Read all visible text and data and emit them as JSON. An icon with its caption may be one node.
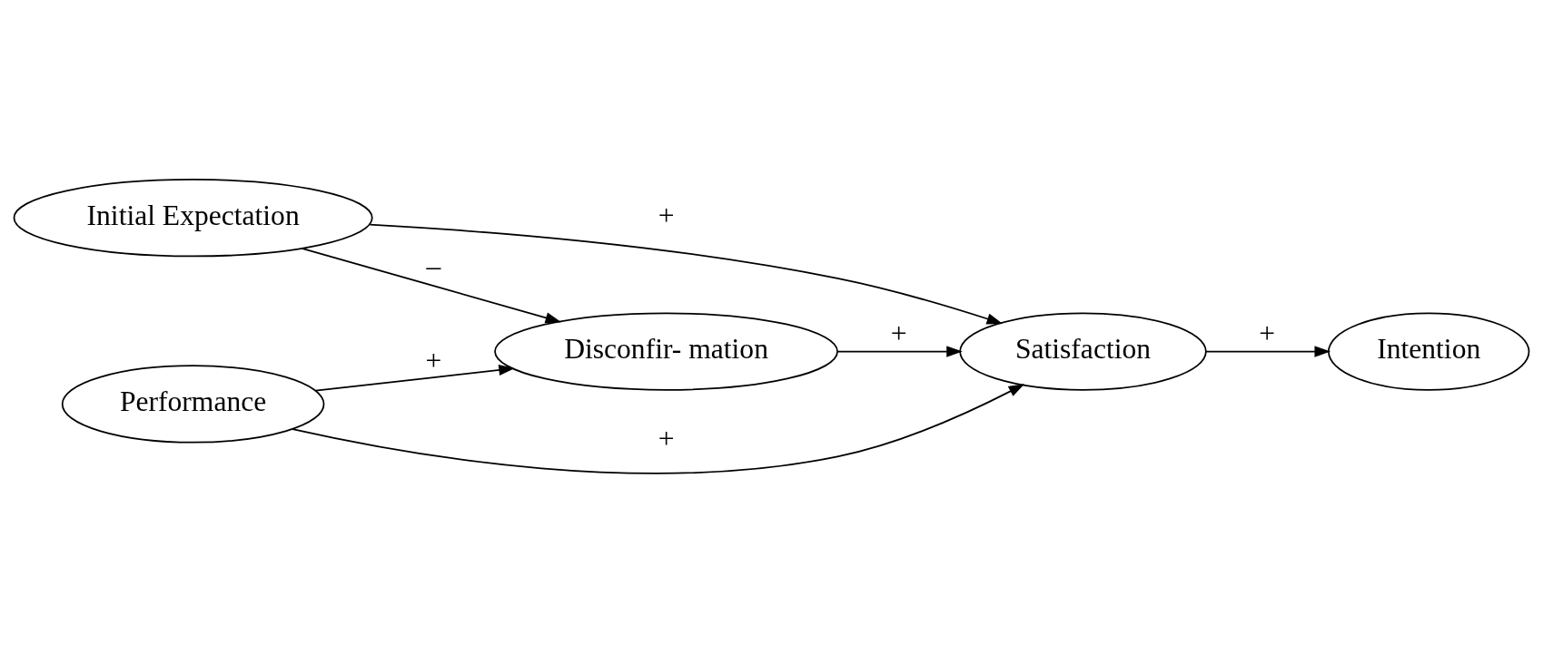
{
  "diagram": {
    "nodes": [
      {
        "text": [
          "Initial Expectation"
        ]
      },
      {
        "text": [
          "Disconfir- mation"
        ]
      },
      {
        "text": [
          "Satisfaction"
        ]
      },
      {
        "text": [
          "Intention"
        ]
      },
      {
        "text": [
          "Performance"
        ]
      }
    ],
    "edges": [
      {
        "from": 0,
        "to": 2,
        "arrow": "to",
        "label": "+"
      },
      {
        "from": 0,
        "to": 1,
        "arrow": "to",
        "label": "–"
      },
      {
        "from": 4,
        "to": 1,
        "arrow": "to",
        "label": "+"
      },
      {
        "from": 1,
        "to": 2,
        "arrow": "to",
        "label": "+"
      },
      {
        "from": 4,
        "to": 2,
        "arrow": "to",
        "label": "+"
      },
      {
        "from": 2,
        "to": 3,
        "arrow": "to",
        "label": "+"
      }
    ]
  }
}
